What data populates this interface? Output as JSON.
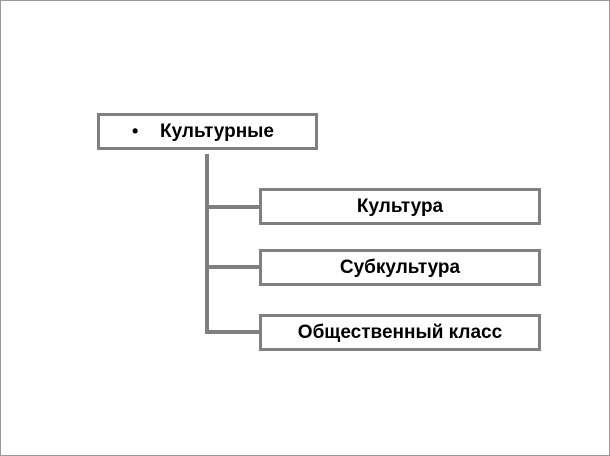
{
  "diagram": {
    "root": {
      "bullet": "•",
      "label": "Культурные"
    },
    "children": [
      {
        "label": "Культура"
      },
      {
        "label": "Субкультура"
      },
      {
        "label": "Общественный класс"
      }
    ]
  },
  "colors": {
    "box_border": "#7f7f7f",
    "connector": "#7f7f7f",
    "text": "#000000",
    "background": "#ffffff"
  }
}
